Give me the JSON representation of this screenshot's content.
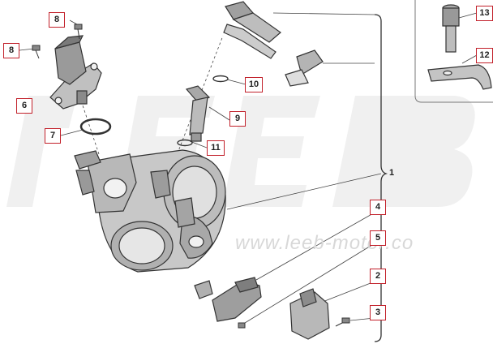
{
  "watermark": "www.leeb-motor.co",
  "brand": {
    "background_letters": "LEEB",
    "letter_color": "#eeeeee"
  },
  "callout_color": "#c2202a",
  "callouts": [
    {
      "id": "c1",
      "label": "1",
      "target": "throttle-body-assembly",
      "framed": false
    },
    {
      "id": "c2",
      "label": "2",
      "target": "sensor-connector"
    },
    {
      "id": "c3",
      "label": "3",
      "target": "screw"
    },
    {
      "id": "c4",
      "label": "4",
      "target": "throttle-position-sensor"
    },
    {
      "id": "c5",
      "label": "5",
      "target": "sensor-screw"
    },
    {
      "id": "c6",
      "label": "6",
      "target": "idle-control-valve"
    },
    {
      "id": "c7",
      "label": "7",
      "target": "o-ring"
    },
    {
      "id": "c8a",
      "label": "8",
      "target": "valve-screw-top"
    },
    {
      "id": "c8b",
      "label": "8",
      "target": "valve-screw-left"
    },
    {
      "id": "c9",
      "label": "9",
      "target": "fuel-injector"
    },
    {
      "id": "c10",
      "label": "10",
      "target": "injector-seal-upper"
    },
    {
      "id": "c11",
      "label": "11",
      "target": "injector-seal-lower"
    },
    {
      "id": "c12",
      "label": "12",
      "target": "bracket"
    },
    {
      "id": "c13",
      "label": "13",
      "target": "socket-cap-screw"
    }
  ]
}
